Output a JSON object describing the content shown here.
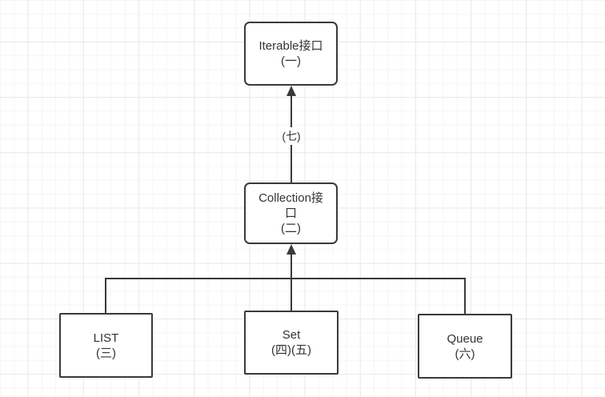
{
  "canvas": {
    "background": "#ffffff",
    "grid_minor_color": "#f5f5f5",
    "grid_major_color": "#e9e9e9",
    "stroke_color": "#3a3a3a",
    "text_color": "#333333"
  },
  "diagram": {
    "nodes": [
      {
        "id": "iterable",
        "lines": [
          "Iterable接口",
          "(一)"
        ]
      },
      {
        "id": "collection",
        "lines": [
          "Collection接",
          "口",
          "(二)"
        ]
      },
      {
        "id": "list",
        "lines": [
          "LIST",
          "(三)"
        ]
      },
      {
        "id": "set",
        "lines": [
          "Set",
          "(四)(五)"
        ]
      },
      {
        "id": "queue",
        "lines": [
          "Queue",
          "(六)"
        ]
      }
    ],
    "edges": [
      {
        "from": "collection",
        "to": "iterable",
        "label": "(七)"
      },
      {
        "from": "list,set,queue",
        "to": "collection",
        "label": ""
      }
    ]
  }
}
